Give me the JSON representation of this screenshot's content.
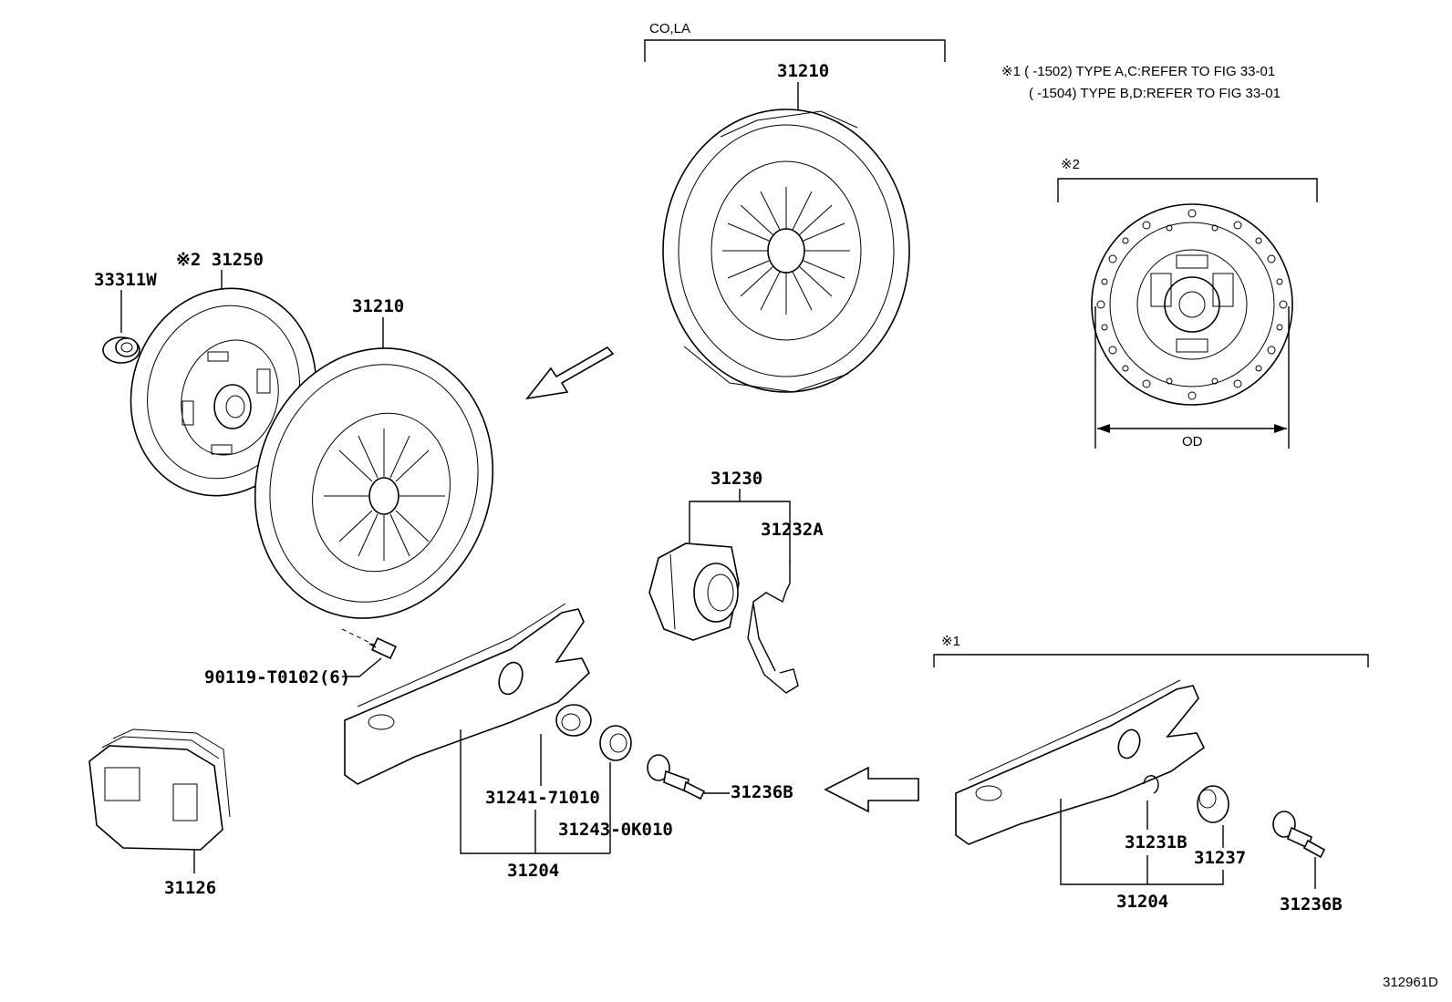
{
  "notes": {
    "marker1": "※1",
    "marker2": "※2",
    "note1_line1": "※1 (       -1502) TYPE A,C:REFER TO FIG 33-01",
    "note1_line2": "(       -1504) TYPE B,D:REFER TO FIG 33-01",
    "bracket_co_la": "CO,LA",
    "od_label": "OD",
    "figure_code": "312961D"
  },
  "labels": {
    "cover_top": "31210",
    "cover_main": "31210",
    "disc": "※2 31250",
    "bearing_33311W": "33311W",
    "bolt": "90119-T0102(6)",
    "boot": "31126",
    "release_bearing": "31230",
    "clip": "31232A",
    "seal": "31241-71010",
    "hub": "31243-0K010",
    "fork_assy_left": "31204",
    "pivot_left": "31236B",
    "clip_right": "31231B",
    "bushing_right": "31237",
    "fork_assy_right": "31204",
    "pivot_right": "31236B"
  }
}
